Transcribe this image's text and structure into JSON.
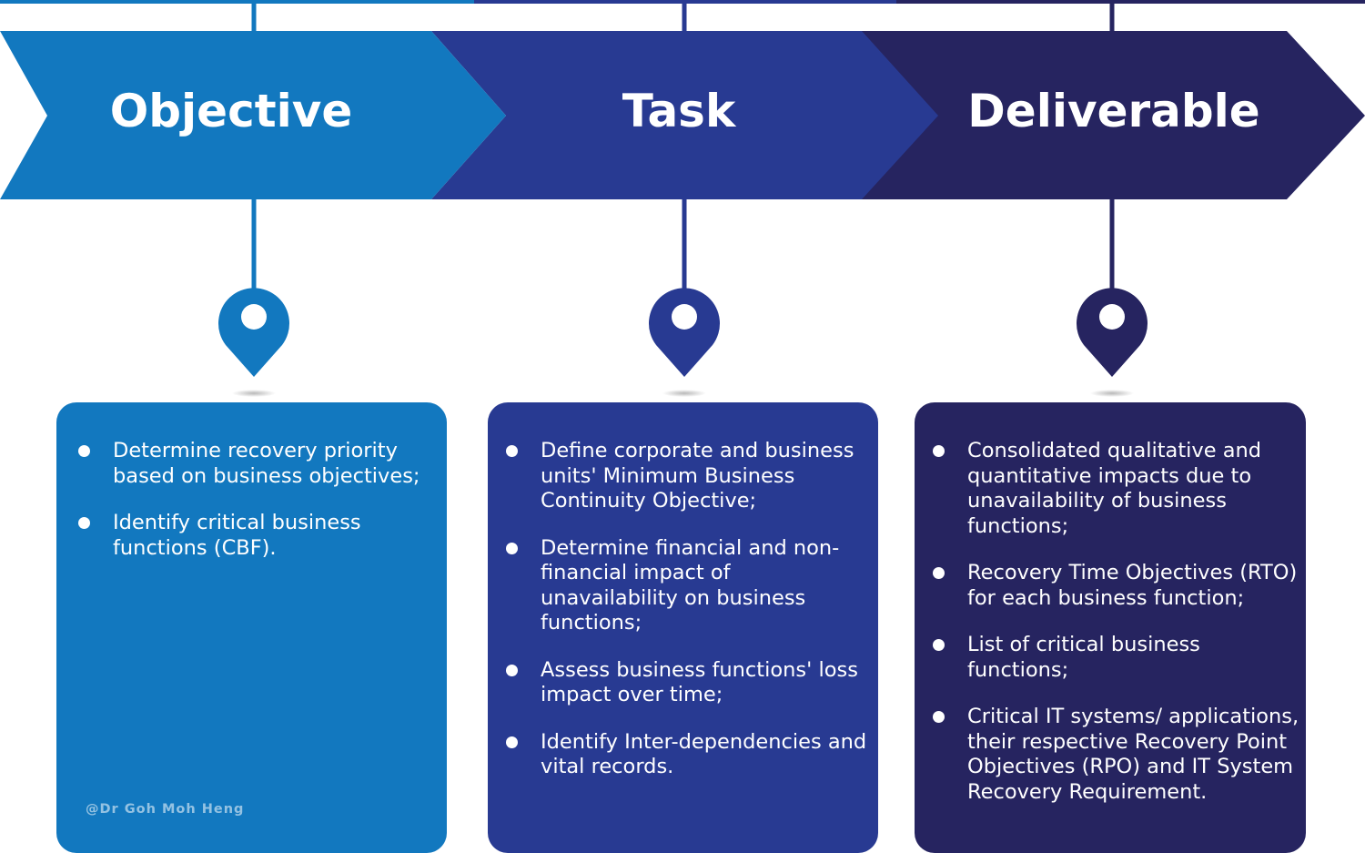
{
  "colors": {
    "objective": "#1278bf",
    "task": "#283a92",
    "deliverable": "#262460"
  },
  "columns": [
    {
      "title": "Objective",
      "icon": "location-pin-icon",
      "items": [
        "Determine recovery priority based on business objectives;",
        "Identify critical business functions (CBF)."
      ]
    },
    {
      "title": "Task",
      "icon": "location-pin-icon",
      "items": [
        "Define corporate and business units' Minimum Business Continuity Objective;",
        "Determine financial and non-financial impact of unavailability on business functions;",
        "Assess business functions' loss impact over time;",
        "Identify Inter-dependencies and vital records."
      ]
    },
    {
      "title": "Deliverable",
      "icon": "location-pin-icon",
      "items": [
        "Consolidated qualitative and quantitative impacts due to unavailability of business functions;",
        "Recovery Time Objectives (RTO) for each business function;",
        "List of critical business functions;",
        "Critical IT systems/ applications, their respective Recovery Point Objectives (RPO) and IT System Recovery Requirement."
      ]
    }
  ],
  "watermark": "@Dr Goh Moh Heng"
}
